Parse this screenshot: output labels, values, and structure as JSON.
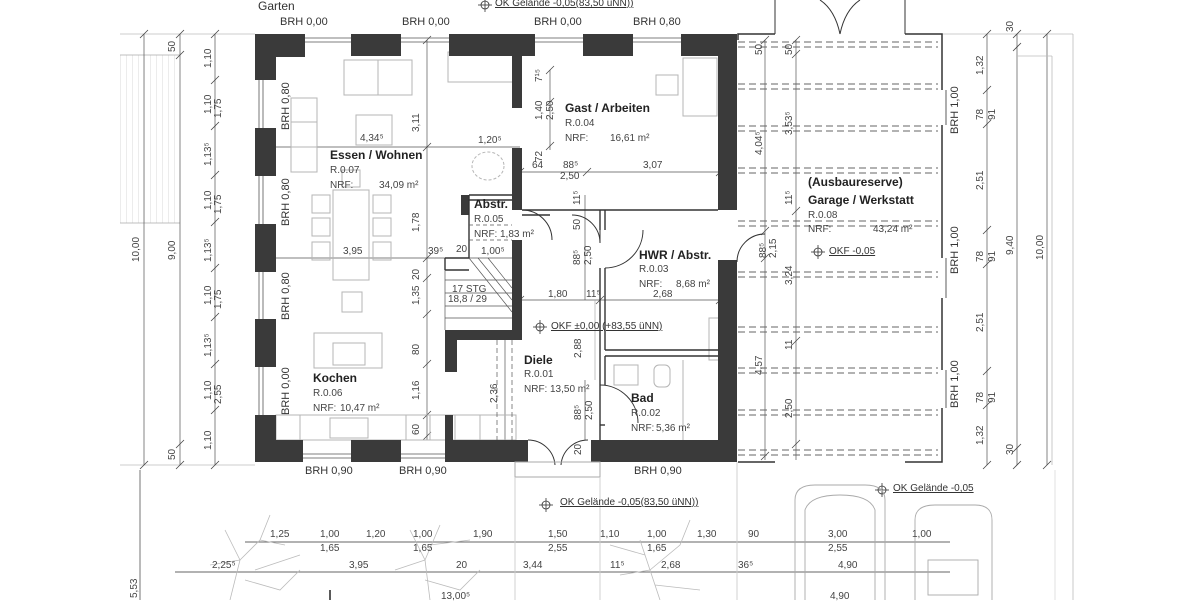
{
  "drawing": {
    "type": "Grundriss Erdgeschoss",
    "outside_label": "Garten",
    "colors": {
      "wall": "#3a3a3a",
      "line": "#555555",
      "light": "#b8b8b8",
      "background": "#ffffff"
    }
  },
  "levels": {
    "top": "OK Gelände -0,05(83,50 üNN))",
    "floor": "OKF ±0,00 (+83,55 üNN)",
    "garage": "OKF -0,05",
    "bottom": "OK Gelände -0,05(83,50 üNN))",
    "drive": "OK Gelände -0,05"
  },
  "rooms": [
    {
      "id": "essen",
      "name": "Essen / Wohnen",
      "number": "R.0.07",
      "nrf_label": "NRF:",
      "area": "34,09 m²"
    },
    {
      "id": "gast",
      "name": "Gast / Arbeiten",
      "number": "R.0.04",
      "nrf_label": "NRF:",
      "area": "16,61 m²"
    },
    {
      "id": "abstr",
      "name": "Abstr.",
      "number": "R.0.05",
      "nrf_label": "NRF:",
      "area": "1,83 m²"
    },
    {
      "id": "hwr",
      "name": "HWR / Abstr.",
      "number": "R.0.03",
      "nrf_label": "NRF:",
      "area": "8,68 m²"
    },
    {
      "id": "kochen",
      "name": "Kochen",
      "number": "R.0.06",
      "nrf_label": "NRF:",
      "area": "10,47 m²"
    },
    {
      "id": "diele",
      "name": "Diele",
      "number": "R.0.01",
      "nrf_label": "NRF:",
      "area": "13,50 m²"
    },
    {
      "id": "bad",
      "name": "Bad",
      "number": "R.0.02",
      "nrf_label": "NRF:",
      "area": "5,36 m²"
    },
    {
      "id": "garage",
      "name_prefix": "(Ausbaureserve)",
      "name": "Garage / Werkstatt",
      "number": "R.0.08",
      "nrf_label": "NRF:",
      "area": "43,24 m²"
    }
  ],
  "brh": {
    "top": [
      "BRH 0,00",
      "BRH 0,00",
      "BRH 0,00",
      "BRH 0,80"
    ],
    "left": [
      "BRH 0,80",
      "BRH 0,80",
      "BRH 0,80",
      "BRH 0,00"
    ],
    "bottom": [
      "BRH 0,90",
      "BRH 0,90",
      "BRH 0,90"
    ],
    "right": [
      "BRH 1,00",
      "BRH 1,00",
      "BRH 1,00"
    ]
  },
  "stairs": {
    "steps": "17 STG",
    "ratio": "18,8 / 29"
  },
  "dimensions": {
    "left_outer": [
      "50",
      "10,00",
      "9,00",
      "50"
    ],
    "left_chain": [
      "1,10",
      "1,10",
      "1,75",
      "1,13⁵",
      "1,10",
      "1,75",
      "1,13⁵",
      "1,10",
      "1,75",
      "1,13⁵",
      "1,10",
      "2,55",
      "1,10"
    ],
    "right_chain": [
      "1,32",
      "78",
      "91",
      "2,51",
      "78",
      "91",
      "2,51",
      "78",
      "91",
      "1,32"
    ],
    "right_outer": [
      "30",
      "9,40",
      "10,00",
      "30"
    ],
    "garage_inner": [
      "50",
      "50",
      "4,04⁵",
      "3,53⁵",
      "11⁵",
      "88⁵",
      "2,15",
      "3,24",
      "4,57",
      "11",
      "2,50"
    ],
    "interior": [
      "4,34⁵",
      "1,20⁵",
      "3,11",
      "1,78",
      "3,95",
      "39⁵",
      "20",
      "1,00⁵",
      "20",
      "1,35",
      "80",
      "1,16",
      "60",
      "2,36",
      "7¹⁵",
      "1,40",
      "2,50",
      "72",
      "64",
      "88⁵",
      "2,50",
      "3,07",
      "11⁵",
      "50",
      "88⁵",
      "2,50",
      "1,80",
      "11⁵",
      "2,68",
      "2,88",
      "88⁵",
      "2,50",
      "20"
    ],
    "bottom_row1_top": [
      "1,25",
      "1,00",
      "1,20",
      "1,00",
      "1,90",
      "1,50",
      "1,10",
      "1,00",
      "1,30",
      "90",
      "3,00",
      "1,00"
    ],
    "bottom_row1_bottom": [
      "1,65",
      "1,65",
      "2,55",
      "1,65",
      "2,55"
    ],
    "bottom_row2": [
      "2,25⁵",
      "3,95",
      "20",
      "3,44",
      "11⁵",
      "2,68",
      "36⁵",
      "4,90"
    ],
    "bottom_row3": [
      "13,00⁵",
      "4,90"
    ],
    "bottom_left": "5,53"
  }
}
